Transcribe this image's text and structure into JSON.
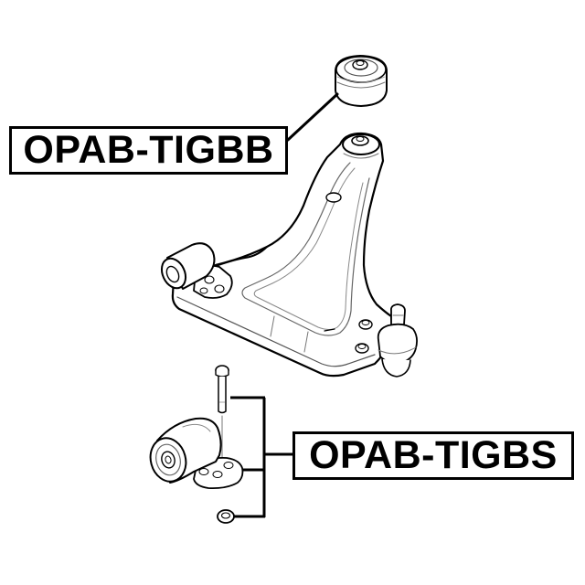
{
  "diagram": {
    "type": "exploded parts diagram",
    "subject": "front lower control arm with bushings",
    "background_color": "#ffffff",
    "line_color": "#000000"
  },
  "labels": [
    {
      "id": "tigbb",
      "text": "OPAB-TIGBB",
      "points_to": "rear vertical bushing (top)"
    },
    {
      "id": "tigbs",
      "text": "OPAB-TIGBS",
      "points_to": "bolt, bushing bracket, washer (bottom kit)"
    }
  ],
  "parts": {
    "top_bushing": "rubber-metal bushing",
    "control_arm": "lower control arm",
    "ball_joint": "ball joint",
    "front_bushing": "front horizontal bushing",
    "bolt": "mounting bolt",
    "bracket_bushing": "bushing with bracket",
    "washer": "washer"
  }
}
